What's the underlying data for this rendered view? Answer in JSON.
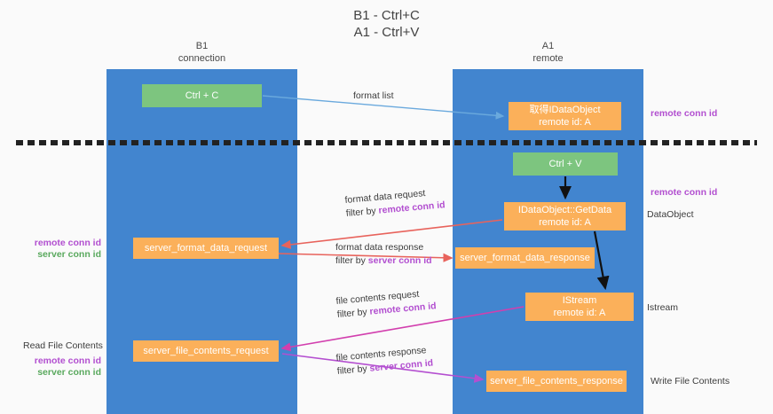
{
  "title": {
    "line1": "B1 - Ctrl+C",
    "line2": "A1 - Ctrl+V"
  },
  "lanes": [
    {
      "id": "b1",
      "name": "B1",
      "role": "connection"
    },
    {
      "id": "a1",
      "name": "A1",
      "role": "remote"
    }
  ],
  "boxes": {
    "ctrl_c": {
      "line1": "Ctrl + C",
      "color": "#7dc57f"
    },
    "idataobject": {
      "line1": "取得IDataObject",
      "line2": "remote id: A",
      "color": "#fbb05a"
    },
    "ctrl_v": {
      "line1": "Ctrl + V",
      "color": "#7dc57f"
    },
    "getdata": {
      "line1": "IDataObject::GetData",
      "line2": "remote id: A",
      "color": "#fbb05a"
    },
    "server_format_data_request": {
      "line1": "server_format_data_request",
      "color": "#fbb05a"
    },
    "server_format_data_response": {
      "line1": "server_format_data_response",
      "color": "#fbb05a"
    },
    "istream": {
      "line1": "IStream",
      "line2": "remote id: A",
      "color": "#fbb05a"
    },
    "server_file_contents_request": {
      "line1": "server_file_contents_request",
      "color": "#fbb05a"
    },
    "server_file_contents_response": {
      "line1": "server_file_contents_response",
      "color": "#fbb05a"
    }
  },
  "arrow_labels": {
    "format_list": {
      "line1": "format list"
    },
    "format_data_request": {
      "line1": "format data request",
      "filter_prefix": "filter by ",
      "filter_value": "remote conn id"
    },
    "format_data_response": {
      "line1": "format data response",
      "filter_prefix": "filter by ",
      "filter_value": "server conn id"
    },
    "file_contents_request": {
      "line1": "file contents request",
      "filter_prefix": "filter by ",
      "filter_value": "remote conn id"
    },
    "file_contents_response": {
      "line1": "file contents response",
      "filter_prefix": "filter by ",
      "filter_value": "server conn id"
    }
  },
  "notes": {
    "remote_conn_id_top": "remote conn id",
    "remote_conn_id_mid": "remote conn id",
    "dataobject": "DataObject",
    "istream": "Istream",
    "write_file_contents": "Write File Contents",
    "read_file_contents": "Read File Contents",
    "left_remote_conn_id_1": "remote conn id",
    "left_server_conn_id_1": "server conn id",
    "left_remote_conn_id_2": "remote conn id",
    "left_server_conn_id_2": "server conn id"
  },
  "colors": {
    "lane": "#4285cf",
    "green_box": "#7dc57f",
    "orange_box": "#fbb05a",
    "purple_text": "#b24fd0",
    "green_text": "#5aa95e",
    "arrow_blue": "#6aa9dd",
    "arrow_red": "#e8635c",
    "arrow_magenta": "#d23fae",
    "arrow_purple": "#b44fd0",
    "arrow_black": "#111111",
    "divider": "#222222",
    "background": "#fafafa"
  }
}
